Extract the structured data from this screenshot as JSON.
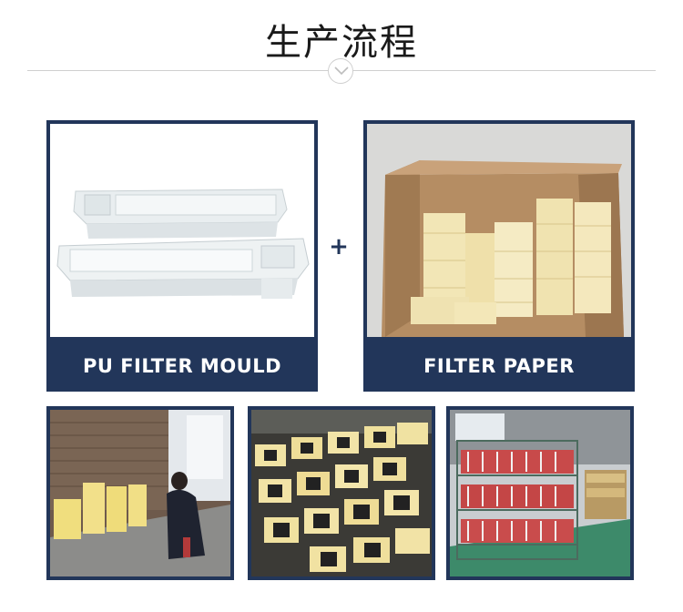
{
  "page": {
    "title": "生产流程",
    "accent_color": "#22365a",
    "divider_icon": "chevron-down-icon"
  },
  "cards": [
    {
      "label": "PU FILTER MOULD",
      "image": "white-plastic-trays-photo"
    },
    {
      "label": "FILTER PAPER",
      "image": "pleated-filter-paper-box-photo"
    }
  ],
  "plus_sign": "+",
  "thumbnails": [
    {
      "image": "workshop-worker-stacking-filters-photo"
    },
    {
      "image": "filters-on-production-table-photo"
    },
    {
      "image": "finished-filters-on-shelves-photo"
    }
  ]
}
